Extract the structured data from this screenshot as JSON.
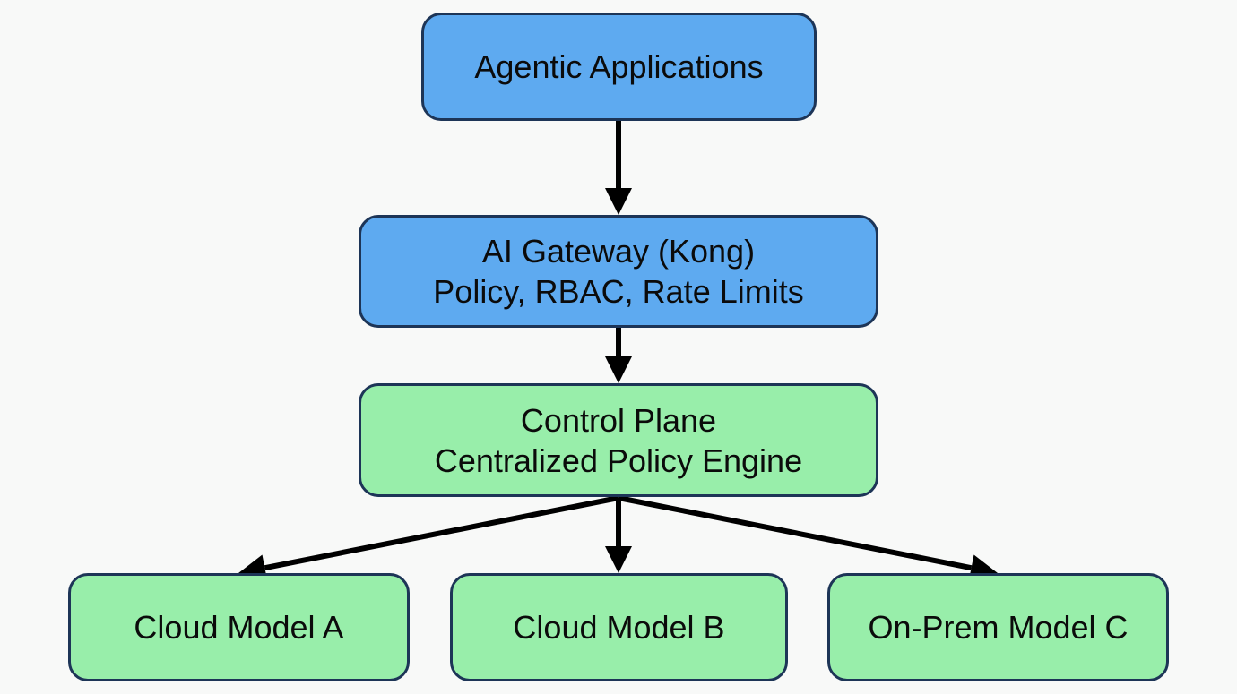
{
  "diagram": {
    "colors": {
      "background": "#f8f9f8",
      "blue_fill": "#5eaaf0",
      "green_fill": "#98eeaa",
      "border": "#1d3557",
      "arrow": "#000000"
    },
    "nodes": [
      {
        "id": "agentic-apps",
        "lines": [
          "Agentic Applications"
        ],
        "color": "blue"
      },
      {
        "id": "ai-gateway",
        "lines": [
          "AI Gateway (Kong)",
          "Policy, RBAC, Rate Limits"
        ],
        "color": "blue"
      },
      {
        "id": "control-plane",
        "lines": [
          "Control Plane",
          "Centralized Policy Engine"
        ],
        "color": "green"
      },
      {
        "id": "cloud-model-a",
        "lines": [
          "Cloud Model A"
        ],
        "color": "green"
      },
      {
        "id": "cloud-model-b",
        "lines": [
          "Cloud Model B"
        ],
        "color": "green"
      },
      {
        "id": "onprem-model-c",
        "lines": [
          "On-Prem Model C"
        ],
        "color": "green"
      }
    ],
    "edges": [
      {
        "from": "agentic-apps",
        "to": "ai-gateway"
      },
      {
        "from": "ai-gateway",
        "to": "control-plane"
      },
      {
        "from": "control-plane",
        "to": "cloud-model-a"
      },
      {
        "from": "control-plane",
        "to": "cloud-model-b"
      },
      {
        "from": "control-plane",
        "to": "onprem-model-c"
      }
    ]
  }
}
